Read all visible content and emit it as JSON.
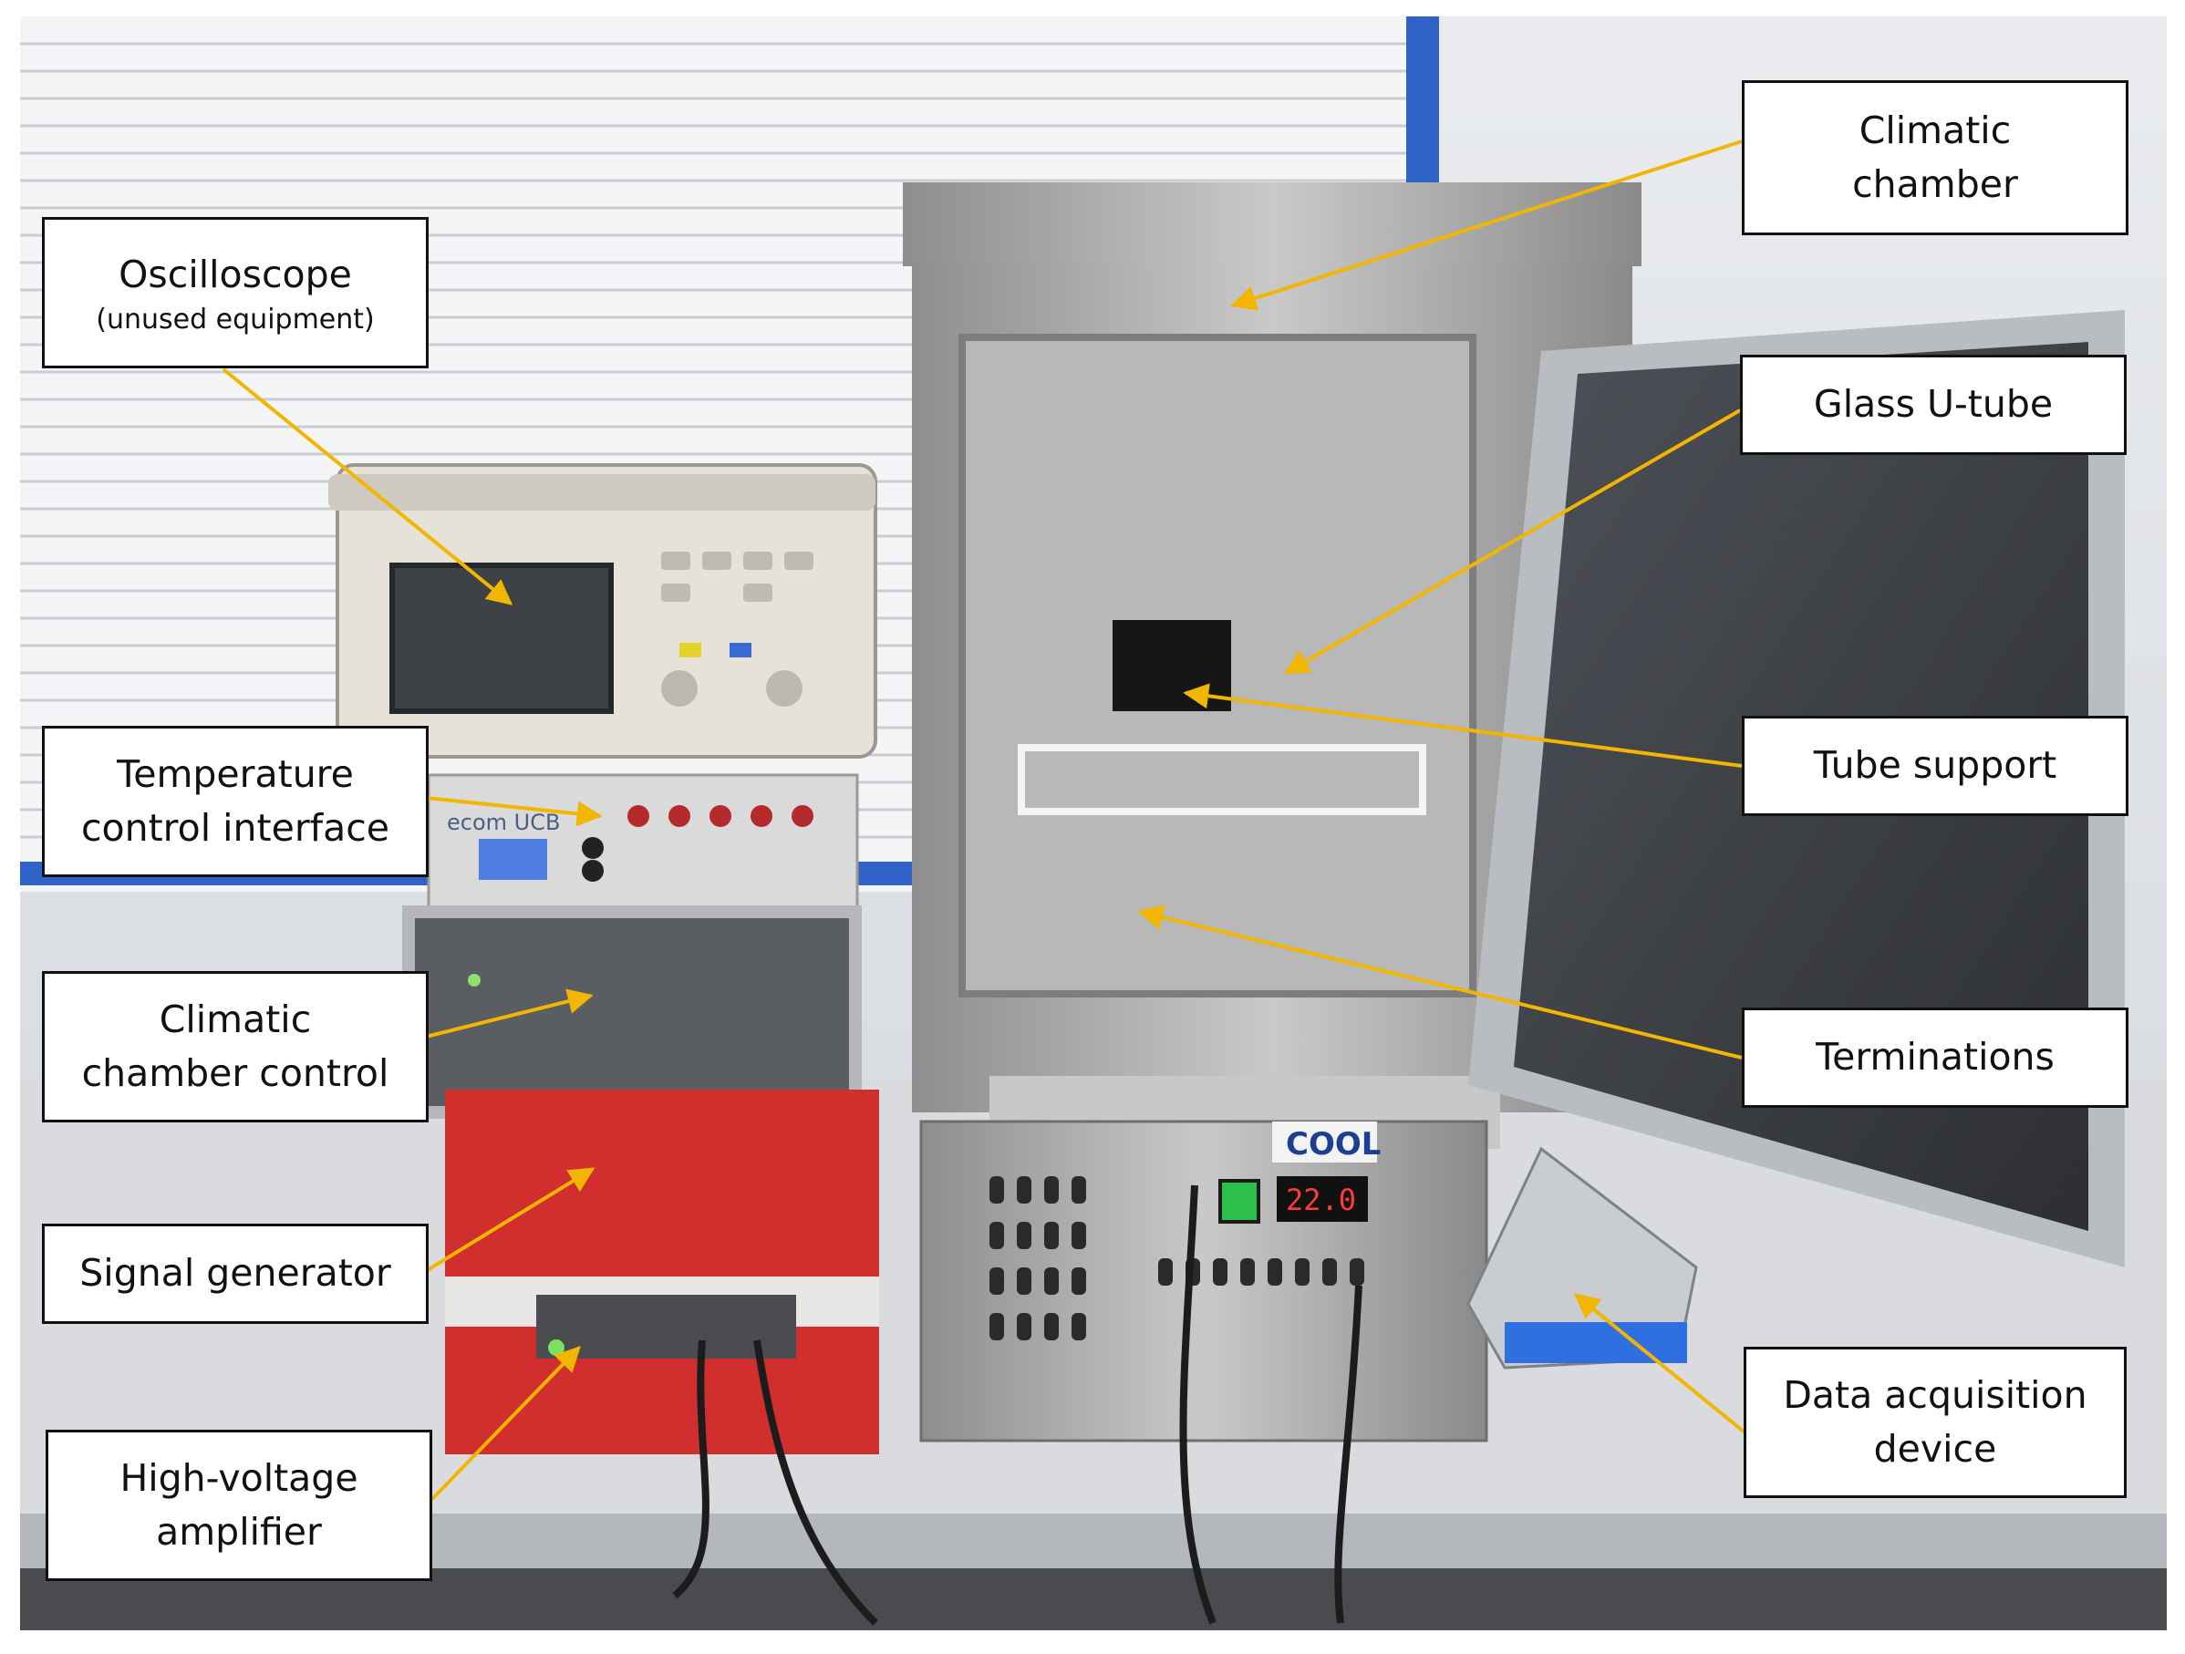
{
  "labels": {
    "oscilloscope": {
      "line1": "Oscilloscope",
      "line2": "(unused equipment)"
    },
    "temperature_control": {
      "line1": "Temperature",
      "line2": "control interface"
    },
    "climatic_chamber_control": {
      "line1": "Climatic",
      "line2": "chamber control"
    },
    "signal_generator": {
      "line1": "Signal generator"
    },
    "high_voltage_amplifier": {
      "line1": "High-voltage",
      "line2": "amplifier"
    },
    "climatic_chamber": {
      "line1": "Climatic",
      "line2": "chamber"
    },
    "glass_u_tube": {
      "line1": "Glass U-tube"
    },
    "tube_support": {
      "line1": "Tube support"
    },
    "terminations": {
      "line1": "Terminations"
    },
    "data_acquisition": {
      "line1": "Data acquisition",
      "line2": "device"
    }
  },
  "photo_text": {
    "brand_plate": "COOL",
    "thermostat_readout": "22.0",
    "interface_brand": "ecom UCB"
  },
  "colors": {
    "arrow": "#f2b600",
    "label_border": "#111111",
    "label_background": "#ffffff"
  }
}
